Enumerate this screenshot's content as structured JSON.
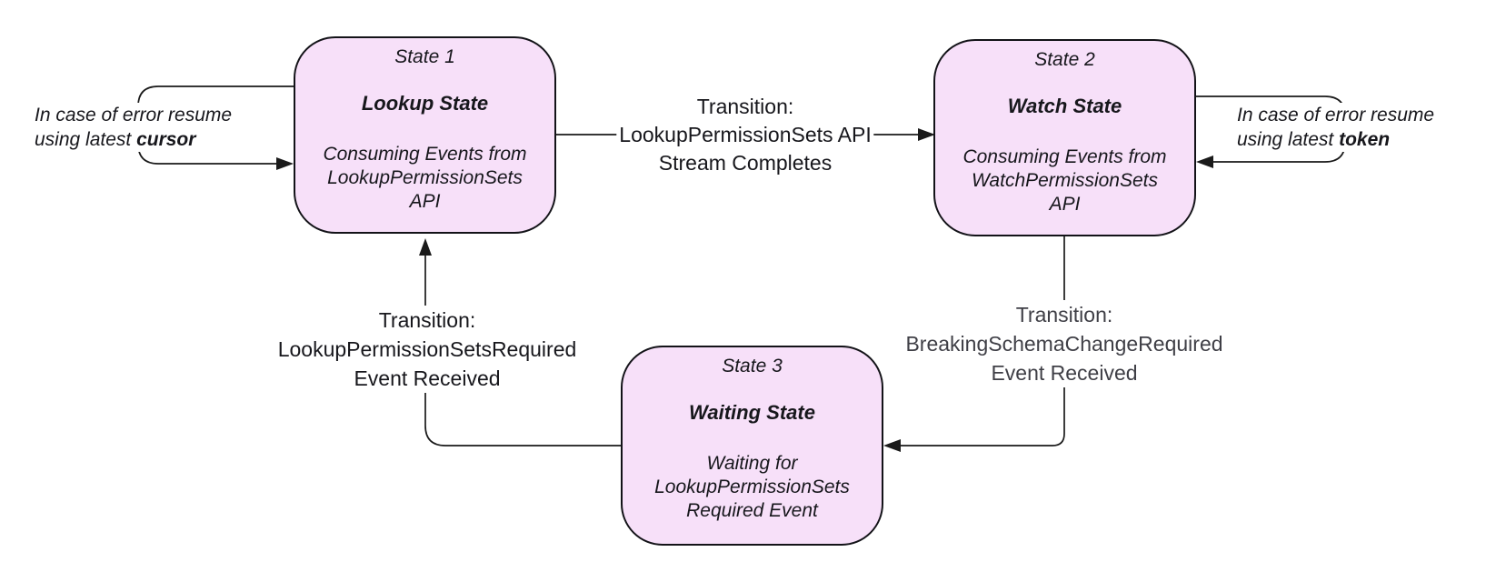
{
  "diagram": {
    "states": [
      {
        "title": "State 1",
        "name": "Lookup State",
        "description_lines": [
          "Consuming Events from",
          "LookupPermissionSets",
          "API"
        ]
      },
      {
        "title": "State 2",
        "name": "Watch State",
        "description_lines": [
          "Consuming Events from",
          "WatchPermissionSets",
          "API"
        ]
      },
      {
        "title": "State 3",
        "name": "Waiting State",
        "description_lines": [
          "Waiting for",
          "LookupPermissionSets",
          "Required Event"
        ]
      }
    ],
    "transitions": [
      {
        "from": "State 1",
        "to": "State 2",
        "label_lines": [
          "Transition:",
          "LookupPermissionSets API",
          "Stream Completes"
        ]
      },
      {
        "from": "State 2",
        "to": "State 3",
        "label_lines": [
          "Transition:",
          "BreakingSchemaChangeRequired",
          "Event Received"
        ]
      },
      {
        "from": "State 3",
        "to": "State 1",
        "label_lines": [
          "Transition:",
          "LookupPermissionSetsRequired",
          "Event Received"
        ]
      }
    ],
    "error_notes": [
      {
        "attached_to": "State 1",
        "line1": "In case of error resume",
        "line2_prefix": "using latest ",
        "keyword": "cursor"
      },
      {
        "attached_to": "State 2",
        "line1": "In case of error resume",
        "line2_prefix": "using latest ",
        "keyword": "token"
      }
    ],
    "colors": {
      "state_fill": "#F7E0F9",
      "state_border": "#131318",
      "line": "#1a1a1a",
      "text": "#17171c",
      "muted_text": "#3f3f46",
      "background": "#ffffff"
    }
  }
}
